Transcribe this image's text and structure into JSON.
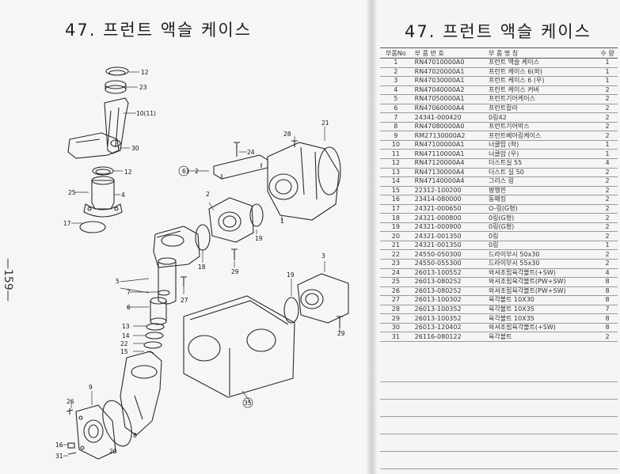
{
  "left_page": {
    "title": "47. 프런트 액슬 케이스",
    "page_number": "—159—",
    "callouts": [
      "12",
      "23",
      "10(11)",
      "30",
      "24",
      "28",
      "21",
      "12",
      "25",
      "4",
      "61",
      "2",
      "2",
      "17",
      "1",
      "19",
      "29",
      "18",
      "5",
      "7",
      "6",
      "27",
      "3",
      "13",
      "14",
      "22",
      "15",
      "19",
      "29",
      "35",
      "9",
      "26",
      "8",
      "16",
      "31",
      "20"
    ]
  },
  "right_page": {
    "title": "47. 프런트 액슬 케이스",
    "table": {
      "headers": {
        "no": "부품No",
        "code": "부 품 번 호",
        "name": "부 품 명 칭",
        "qty": "수 량"
      },
      "rows": [
        {
          "no": "1",
          "code": "RN47010000A0",
          "name": "프런트 액슬 케이스",
          "qty": "1"
        },
        {
          "no": "2",
          "code": "RN47020000A1",
          "name": "프런트 케이스 6(좌)",
          "qty": "1"
        },
        {
          "no": "3",
          "code": "RN47030000A1",
          "name": "프런트 케이스 6 (우)",
          "qty": "1"
        },
        {
          "no": "4",
          "code": "RN47040000A2",
          "name": "프런트 케이스 커버",
          "qty": "2"
        },
        {
          "no": "5",
          "code": "RN47050000A1",
          "name": "프런트기어케이스",
          "qty": "2"
        },
        {
          "no": "6",
          "code": "RN47060000A4",
          "name": "프런트칼라",
          "qty": "2"
        },
        {
          "no": "7",
          "code": "24341-000420",
          "name": "0링42",
          "qty": "2"
        },
        {
          "no": "8",
          "code": "RN47080000A0",
          "name": "프런트기어박스",
          "qty": "2"
        },
        {
          "no": "9",
          "code": "RM27130000A2",
          "name": "프런트베어링케이스",
          "qty": "2"
        },
        {
          "no": "10",
          "code": "RN47100000A1",
          "name": "너클암 (좌)",
          "qty": "1"
        },
        {
          "no": "11",
          "code": "RN47110000A1",
          "name": "너클암 (우)",
          "qty": "1"
        },
        {
          "no": "12",
          "code": "RN47120000A4",
          "name": "더스트실 55",
          "qty": "4"
        },
        {
          "no": "13",
          "code": "RN47130000A4",
          "name": "더스트 실 50",
          "qty": "2"
        },
        {
          "no": "14",
          "code": "RN47140000A4",
          "name": "그리스 링",
          "qty": "2"
        },
        {
          "no": "15",
          "code": "22312-100200",
          "name": "평행핀",
          "qty": "2"
        },
        {
          "no": "16",
          "code": "23414-080000",
          "name": "동패킹",
          "qty": "2"
        },
        {
          "no": "17",
          "code": "24321-000650",
          "name": "O-링(G형)",
          "qty": "2"
        },
        {
          "no": "18",
          "code": "24321-000800",
          "name": "0링(G형)",
          "qty": "2"
        },
        {
          "no": "19",
          "code": "24321-000900",
          "name": "0링(G형)",
          "qty": "2"
        },
        {
          "no": "20",
          "code": "24321-001350",
          "name": "0링",
          "qty": "2"
        },
        {
          "no": "21",
          "code": "24321-001350",
          "name": "0링",
          "qty": "1"
        },
        {
          "no": "22",
          "code": "24550-050300",
          "name": "드라이부시 50x30",
          "qty": "2"
        },
        {
          "no": "23",
          "code": "24550-055300",
          "name": "드라이부시 55x30",
          "qty": "2"
        },
        {
          "no": "24",
          "code": "26013-100552",
          "name": "와셔조립육각볼트(+SW)",
          "qty": "4"
        },
        {
          "no": "25",
          "code": "26013-080252",
          "name": "와셔조립육각볼트(PW+SW)",
          "qty": "8"
        },
        {
          "no": "26",
          "code": "26013-080252",
          "name": "와셔조립육각볼트(PW+SW)",
          "qty": "8"
        },
        {
          "no": "27",
          "code": "26013-100302",
          "name": "육각볼트 10X30",
          "qty": "8"
        },
        {
          "no": "28",
          "code": "26013-100352",
          "name": "육각볼트 10X35",
          "qty": "7"
        },
        {
          "no": "29",
          "code": "26013-100352",
          "name": "육각볼트 10X35",
          "qty": "8"
        },
        {
          "no": "30",
          "code": "26013-120402",
          "name": "와셔조립육각볼트(+SW)",
          "qty": "8"
        },
        {
          "no": "31",
          "code": "26116-080122",
          "name": "육각볼트",
          "qty": "2"
        }
      ]
    }
  }
}
